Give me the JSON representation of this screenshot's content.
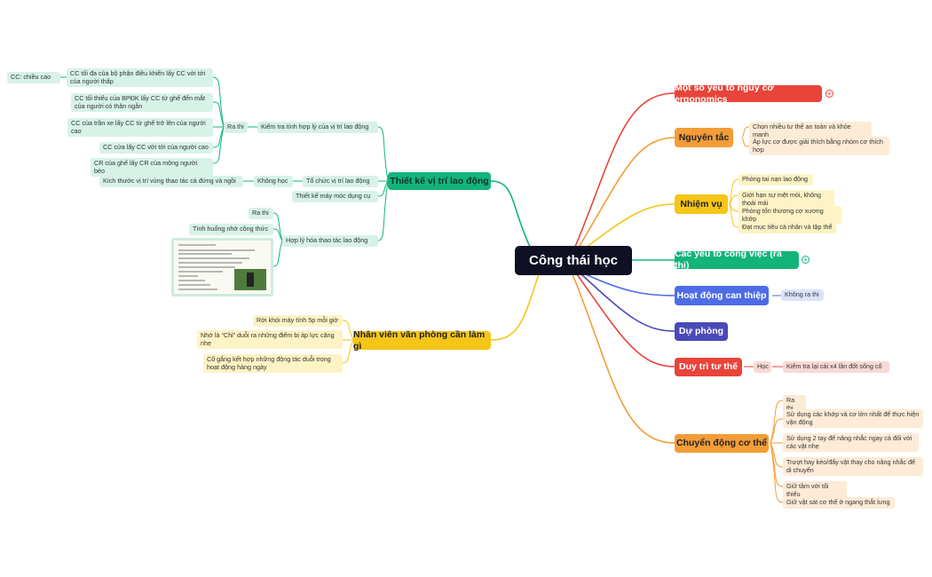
{
  "root": "Công thái học",
  "right": {
    "risk_factors": "Một số yếu tố nguy cơ ergonomics",
    "risk_badge": "⊕",
    "principles": "Nguyên tắc",
    "principles_items": [
      "Chọn nhiều tư thế an toàn và khỏe mạnh",
      "Áp lực cơ được giải thích bằng nhóm cơ thích hợp"
    ],
    "tasks": "Nhiệm vụ",
    "tasks_items": [
      "Phòng tai nạn lao động",
      "Giới hạn sự mệt mỏi, không thoải mái",
      "Phòng tổn thương cơ xương khớp",
      "Đạt mục tiêu cá nhân và tập thể"
    ],
    "job_factors": "Các yếu tố công việc (ra thi)",
    "job_badge": "⊕",
    "interventions": "Hoạt động can thiệp",
    "interventions_note": "Không ra thi",
    "prevention": "Dự phòng",
    "fitness": "Duy trì tư thế",
    "fitness_learn": "Học",
    "fitness_note": "Kiểm tra lại cái x4 lần đốt sống cổ",
    "movement": "Chuyển động cơ thể",
    "movement_items": [
      "Ra thi",
      "Sử dụng các khớp và cơ lớn nhất để thực hiện vận động",
      "Sử dụng 2 tay để nâng nhắc ngay cả đối với các vật nhẹ",
      "Trượt hay kéo/đẩy vật thay cho nâng nhắc để di chuyển",
      "Giữ tầm với tối thiểu",
      "Giữ vật sát cơ thể ở ngang thắt lưng"
    ]
  },
  "left": {
    "design": "Thiết kế vị trí lao động",
    "check": "Kiểm tra tính hợp lý của vị trí lao động",
    "exam": "Ra thi",
    "check_items": [
      "CC tối đa của bộ phận điều khiển lấy CC với tới của người thấp",
      "CC tối thiểu của BPĐK lấy CC từ ghế đến mắt của người có thân ngắn",
      "CC của trần xe lấy CC từ ghế trở lên của người cao",
      "CC cửa lấy CC với tới của người cao",
      "CR của ghế lấy CR của mông người béo"
    ],
    "height_note": "CC: chiều cao",
    "organize": "Tổ chức vị trí lao động",
    "organize_learn": "Không học",
    "organize_note": "Kích thước vị trí vùng thao tác cả đứng và ngồi",
    "machine": "Thiết kế máy móc dụng cụ",
    "rational": "Hợp lý hóa thao tác lao động",
    "rational_exam": "Ra thi",
    "rational_situation": "Tình huống nhớ công thức",
    "office": "Nhân viên văn phòng cần làm gì",
    "office_items": [
      "Rời khỏi máy tính 5p mỗi giờ",
      "Nhớ là “Chỉ” duỗi ra những điểm bị áp lực căng nhẹ",
      "Cố gắng kết hợp những động tác duỗi trong hoạt động hàng ngày"
    ]
  },
  "colors": {
    "root": "#0f1023",
    "red": "#e8443a",
    "orange": "#f39d38",
    "yellow": "#f5c518",
    "green": "#12b47a",
    "blue": "#4d6ce6",
    "indigo": "#4a4ab8"
  }
}
